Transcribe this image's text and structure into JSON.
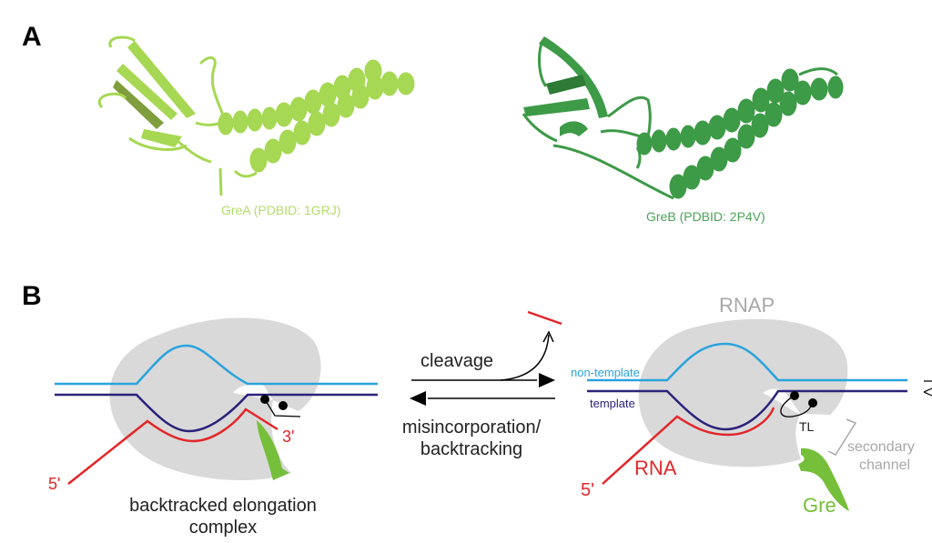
{
  "panel_a": {
    "label": "A",
    "structures": [
      {
        "name": "GreA",
        "caption": "GreA (PDBID: 1GRJ)",
        "color": "#a6d853"
      },
      {
        "name": "GreB",
        "caption": "GreB (PDBID: 2P4V)",
        "color": "#3d9a47"
      }
    ]
  },
  "panel_b": {
    "label": "B",
    "left_complex": {
      "caption_line1": "backtracked elongation",
      "caption_line2": "complex",
      "five_prime": "5'",
      "three_prime": "3'"
    },
    "arrows": {
      "forward_label": "cleavage",
      "reverse_label_line1": "misincorporation/",
      "reverse_label_line2": "backtracking"
    },
    "right_complex": {
      "rnap_label": "RNAP",
      "non_template_label": "non-template",
      "template_label": "template",
      "rna_label": "RNA",
      "five_prime": "5'",
      "tl_label": "TL",
      "secondary_channel_line1": "secondary",
      "secondary_channel_line2": "channel",
      "gre_label": "Gre"
    },
    "colors": {
      "rnap": "#d9d9d9",
      "non_template": "#2aa3dd",
      "template": "#2a237a",
      "rna": "#e2262a",
      "gre": "#76bf3a",
      "label_gray": "#a8a8a8"
    }
  }
}
